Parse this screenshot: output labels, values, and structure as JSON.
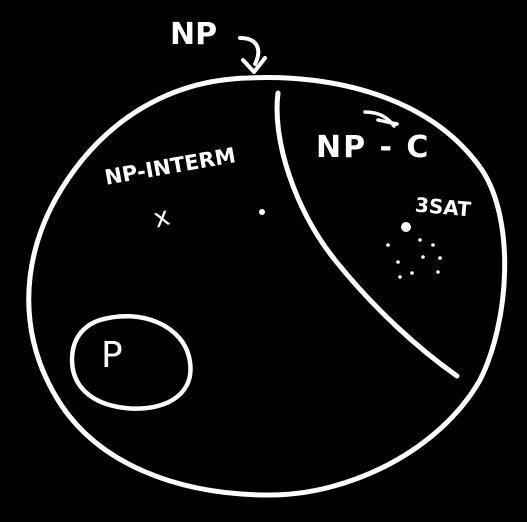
{
  "diagram": {
    "sets": {
      "np": "NP",
      "np_complete": "NP - C",
      "np_intermediate": "NP-INTERM",
      "p": "P"
    },
    "annotations": {
      "sat": "3SAT",
      "intermediate_problem": "x"
    },
    "colors": {
      "background": "#000000",
      "ink": "#ffffff"
    }
  }
}
